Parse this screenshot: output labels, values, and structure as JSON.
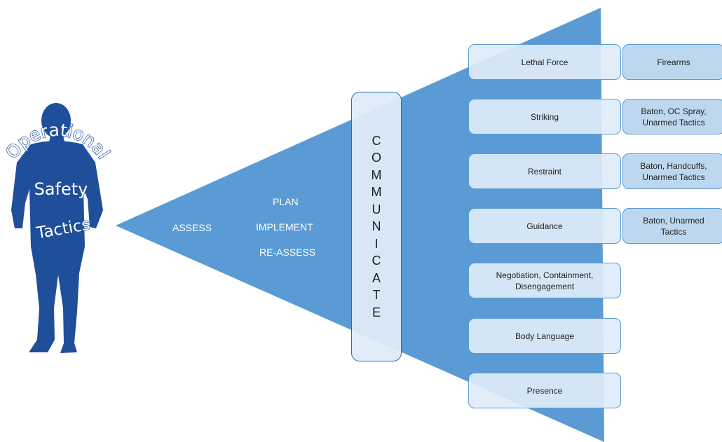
{
  "colors": {
    "triangle": "#5b9bd5",
    "figure": "#1f4e9a",
    "box_fill": "#deebf7",
    "tool_fill": "#bdd7ee",
    "border": "#5b9bd5"
  },
  "logo": {
    "line1": "Operational",
    "line2": "Safety",
    "line3": "Tactics"
  },
  "phases": {
    "assess": "ASSESS",
    "plan": "PLAN",
    "implement": "IMPLEMENT",
    "reassess": "RE-ASSESS"
  },
  "communicate": {
    "letters": [
      "C",
      "O",
      "M",
      "M",
      "U",
      "N",
      "I",
      "C",
      "A",
      "T",
      "E"
    ]
  },
  "options": [
    {
      "label": "Lethal Force",
      "tools": "Firearms"
    },
    {
      "label": "Striking",
      "tools": "Baton, OC Spray,\nUnarmed Tactics"
    },
    {
      "label": "Restraint",
      "tools": "Baton, Handcuffs,\nUnarmed Tactics"
    },
    {
      "label": "Guidance",
      "tools": "Baton, Unarmed\nTactics"
    },
    {
      "label": "Negotiation, Containment,\nDisengagement",
      "tools": ""
    },
    {
      "label": "Body Language",
      "tools": ""
    },
    {
      "label": "Presence",
      "tools": ""
    }
  ]
}
